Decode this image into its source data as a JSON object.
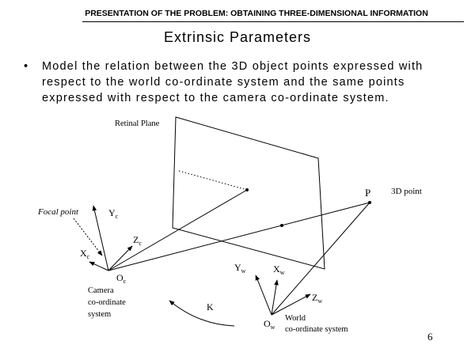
{
  "header": {
    "text": "PRESENTATION OF THE PROBLEM: OBTAINING THREE-DIMENSIONAL INFORMATION"
  },
  "title": "Extrinsic Parameters",
  "bullet": {
    "symbol": "•",
    "text": "Model the relation between the 3D object points expressed with respect to the world co-ordinate system and the same points expressed with respect to the camera co-ordinate system."
  },
  "diagram": {
    "retinal_plane": "Retinal Plane",
    "point_p": "P",
    "point_3d": "3D point",
    "focal_point": "Focal point",
    "yc": {
      "base": "Y",
      "sub": "c"
    },
    "zc": {
      "base": "Z",
      "sub": "c"
    },
    "xc": {
      "base": "X",
      "sub": "c"
    },
    "oc": {
      "base": "O",
      "sub": "c"
    },
    "camera_system": [
      "Camera",
      "co-ordinate",
      "system"
    ],
    "k": "K",
    "yw": {
      "base": "Y",
      "sub": "w"
    },
    "xw": {
      "base": "X",
      "sub": "w"
    },
    "zw": {
      "base": "Z",
      "sub": "w"
    },
    "ow": {
      "base": "O",
      "sub": "w"
    },
    "world_system": [
      "World",
      "co-ordinate system"
    ]
  },
  "page_number": "6"
}
